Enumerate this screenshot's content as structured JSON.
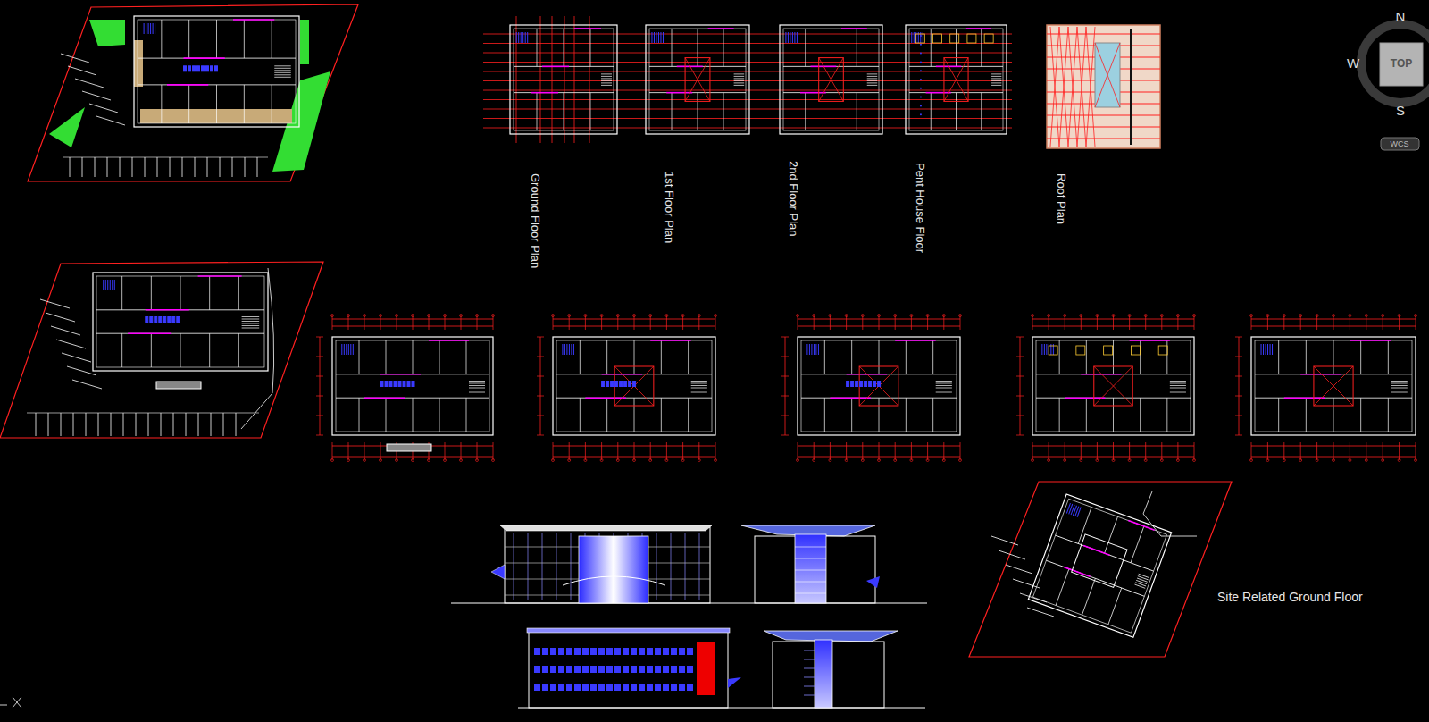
{
  "diagram": {
    "labels": [
      "Ground Floor Plan",
      "1st Floor Plan",
      "2nd Floor Plan",
      "Pent House Floor",
      "Roof Plan",
      "Site Related Ground Floor",
      "N",
      "W",
      "S",
      "TOP",
      "WCS"
    ]
  }
}
